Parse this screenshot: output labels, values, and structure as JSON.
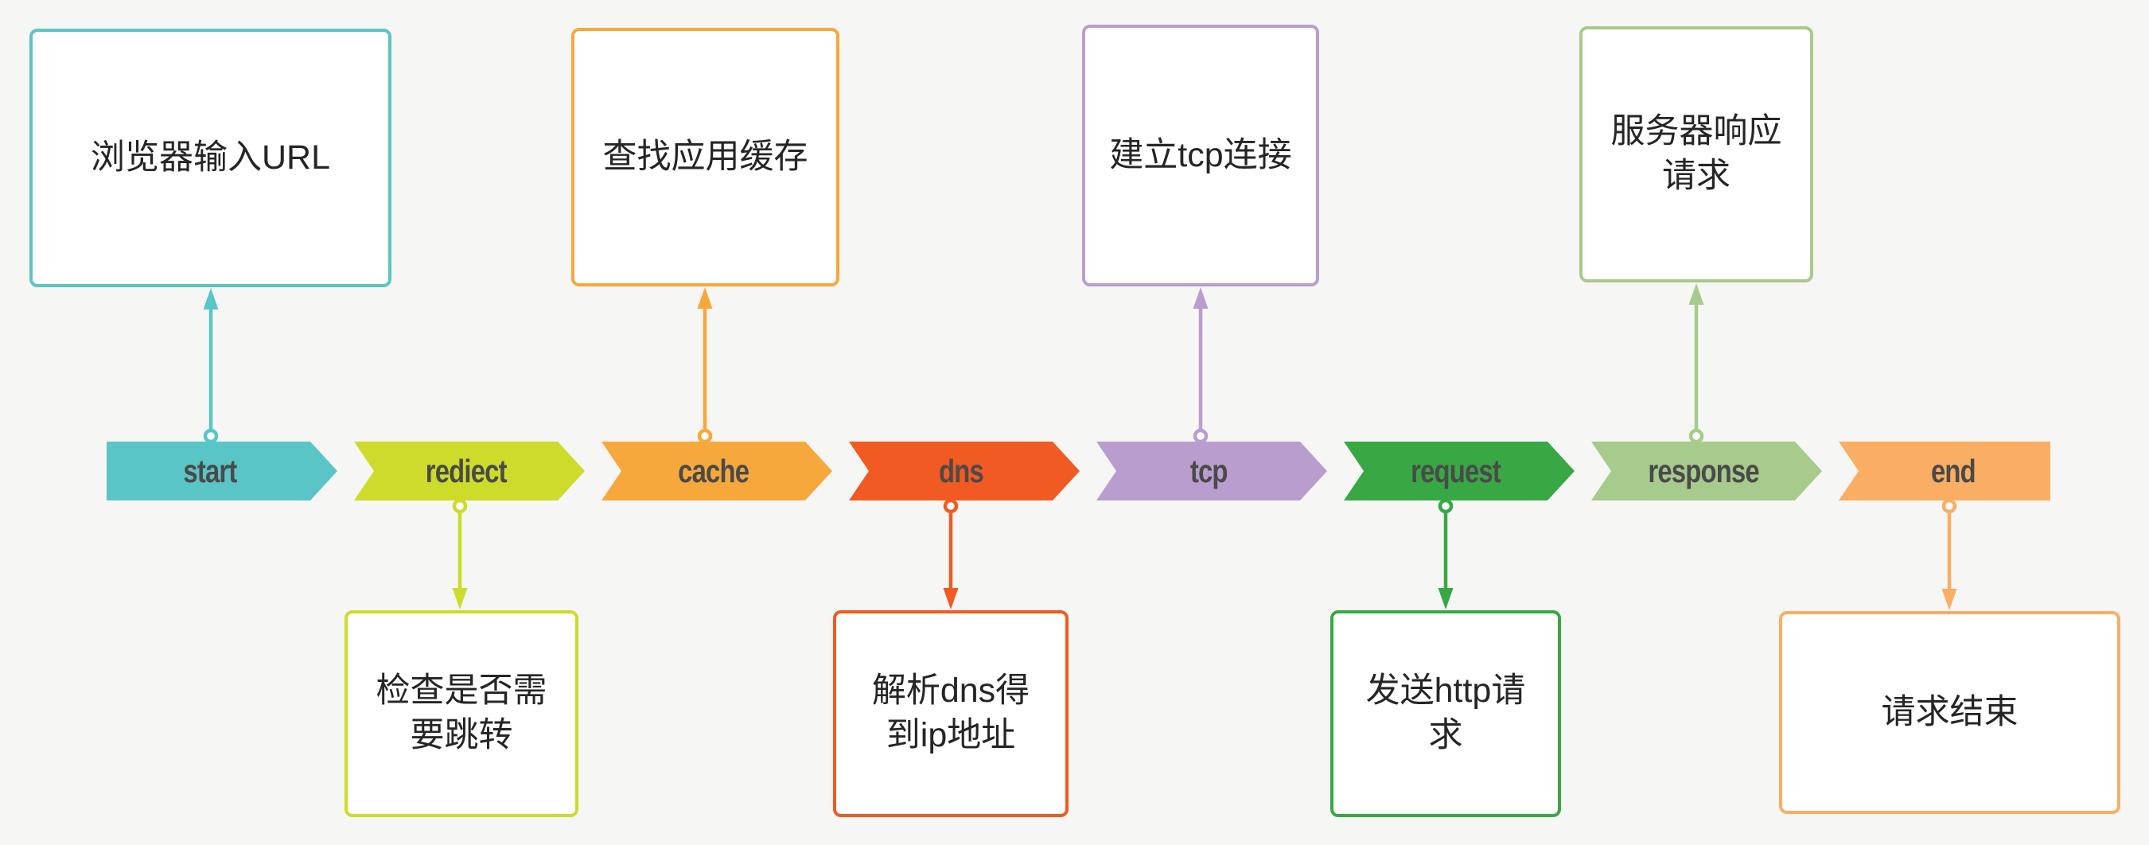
{
  "diagram": {
    "title": "browser url request flow",
    "background_color": "#F6F6F4",
    "chevron_label_color": "#4A4A4A",
    "box_text_color": "#252525",
    "box_fill_color": "#FFFFFF",
    "stages": [
      {
        "id": "start",
        "label": "start",
        "color": "#5AC5C6",
        "box": {
          "text": "浏览器输入URL",
          "position": "top"
        }
      },
      {
        "id": "rediect",
        "label": "rediect",
        "color": "#CDDC2A",
        "box": {
          "text": "检查是否需\n要跳转",
          "position": "bottom"
        }
      },
      {
        "id": "cache",
        "label": "cache",
        "color": "#F7A83D",
        "box": {
          "text": "查找应用缓存",
          "position": "top"
        }
      },
      {
        "id": "dns",
        "label": "dns",
        "color": "#F15A22",
        "box": {
          "text": "解析dns得\n到ip地址",
          "position": "bottom"
        }
      },
      {
        "id": "tcp",
        "label": "tcp",
        "color": "#BA9DCF",
        "box": {
          "text": "建立tcp连接",
          "position": "top"
        }
      },
      {
        "id": "request",
        "label": "request",
        "color": "#38A845",
        "box": {
          "text": "发送http请\n求",
          "position": "bottom"
        }
      },
      {
        "id": "response",
        "label": "response",
        "color": "#A6CB8C",
        "box": {
          "text": "服务器响应\n请求",
          "position": "top"
        }
      },
      {
        "id": "end",
        "label": "end",
        "color": "#F9AE63",
        "box": {
          "text": "请求结束",
          "position": "bottom"
        }
      }
    ]
  }
}
